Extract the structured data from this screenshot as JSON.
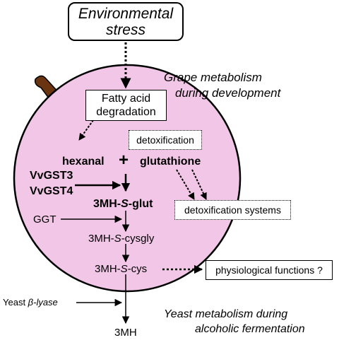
{
  "stress_box": {
    "line1": "Environmental",
    "line2": "stress"
  },
  "grape_caption": {
    "line1": "Grape metabolism",
    "line2": "during development"
  },
  "fatty_box": {
    "line1": "Fatty acid",
    "line2": "degradation"
  },
  "detox_box": "detoxification",
  "hexanal": "hexanal",
  "plus": "+",
  "glutathione": "glutathione",
  "gst3": "VvGST3",
  "gst4": "VvGST4",
  "mh_glut": {
    "prefix": "3MH-",
    "italic": "S",
    "suffix": "-glut"
  },
  "detox_systems": "detoxification systems",
  "ggt": "GGT",
  "mh_cysgly": {
    "prefix": "3MH-",
    "italic": "S",
    "suffix": "-cysgly"
  },
  "mh_cys": {
    "prefix": "3MH-",
    "italic": "S",
    "suffix": "-cys"
  },
  "physio": "physiological functions ?",
  "yeast_lyase": {
    "prefix": "Yeast ",
    "beta": "β",
    "italic": "-lyase"
  },
  "yeast_caption": {
    "line1": "Yeast metabolism during",
    "line2": "alcoholic fermentation"
  },
  "product": "3MH",
  "colors": {
    "grape_fill": "#f2c6e6",
    "stem": "#6b3410",
    "line": "#000000"
  }
}
